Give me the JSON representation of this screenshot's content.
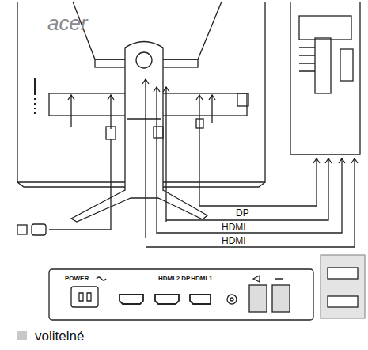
{
  "diagram": {
    "labels": [
      "acer",
      "DP",
      "HDMI",
      "HDMI",
      "POWER",
      "HDMI 2",
      "DP",
      "HDMI 1"
    ],
    "legend": [
      {
        "text": "volitelné",
        "color": "#c8c8c8"
      }
    ]
  }
}
